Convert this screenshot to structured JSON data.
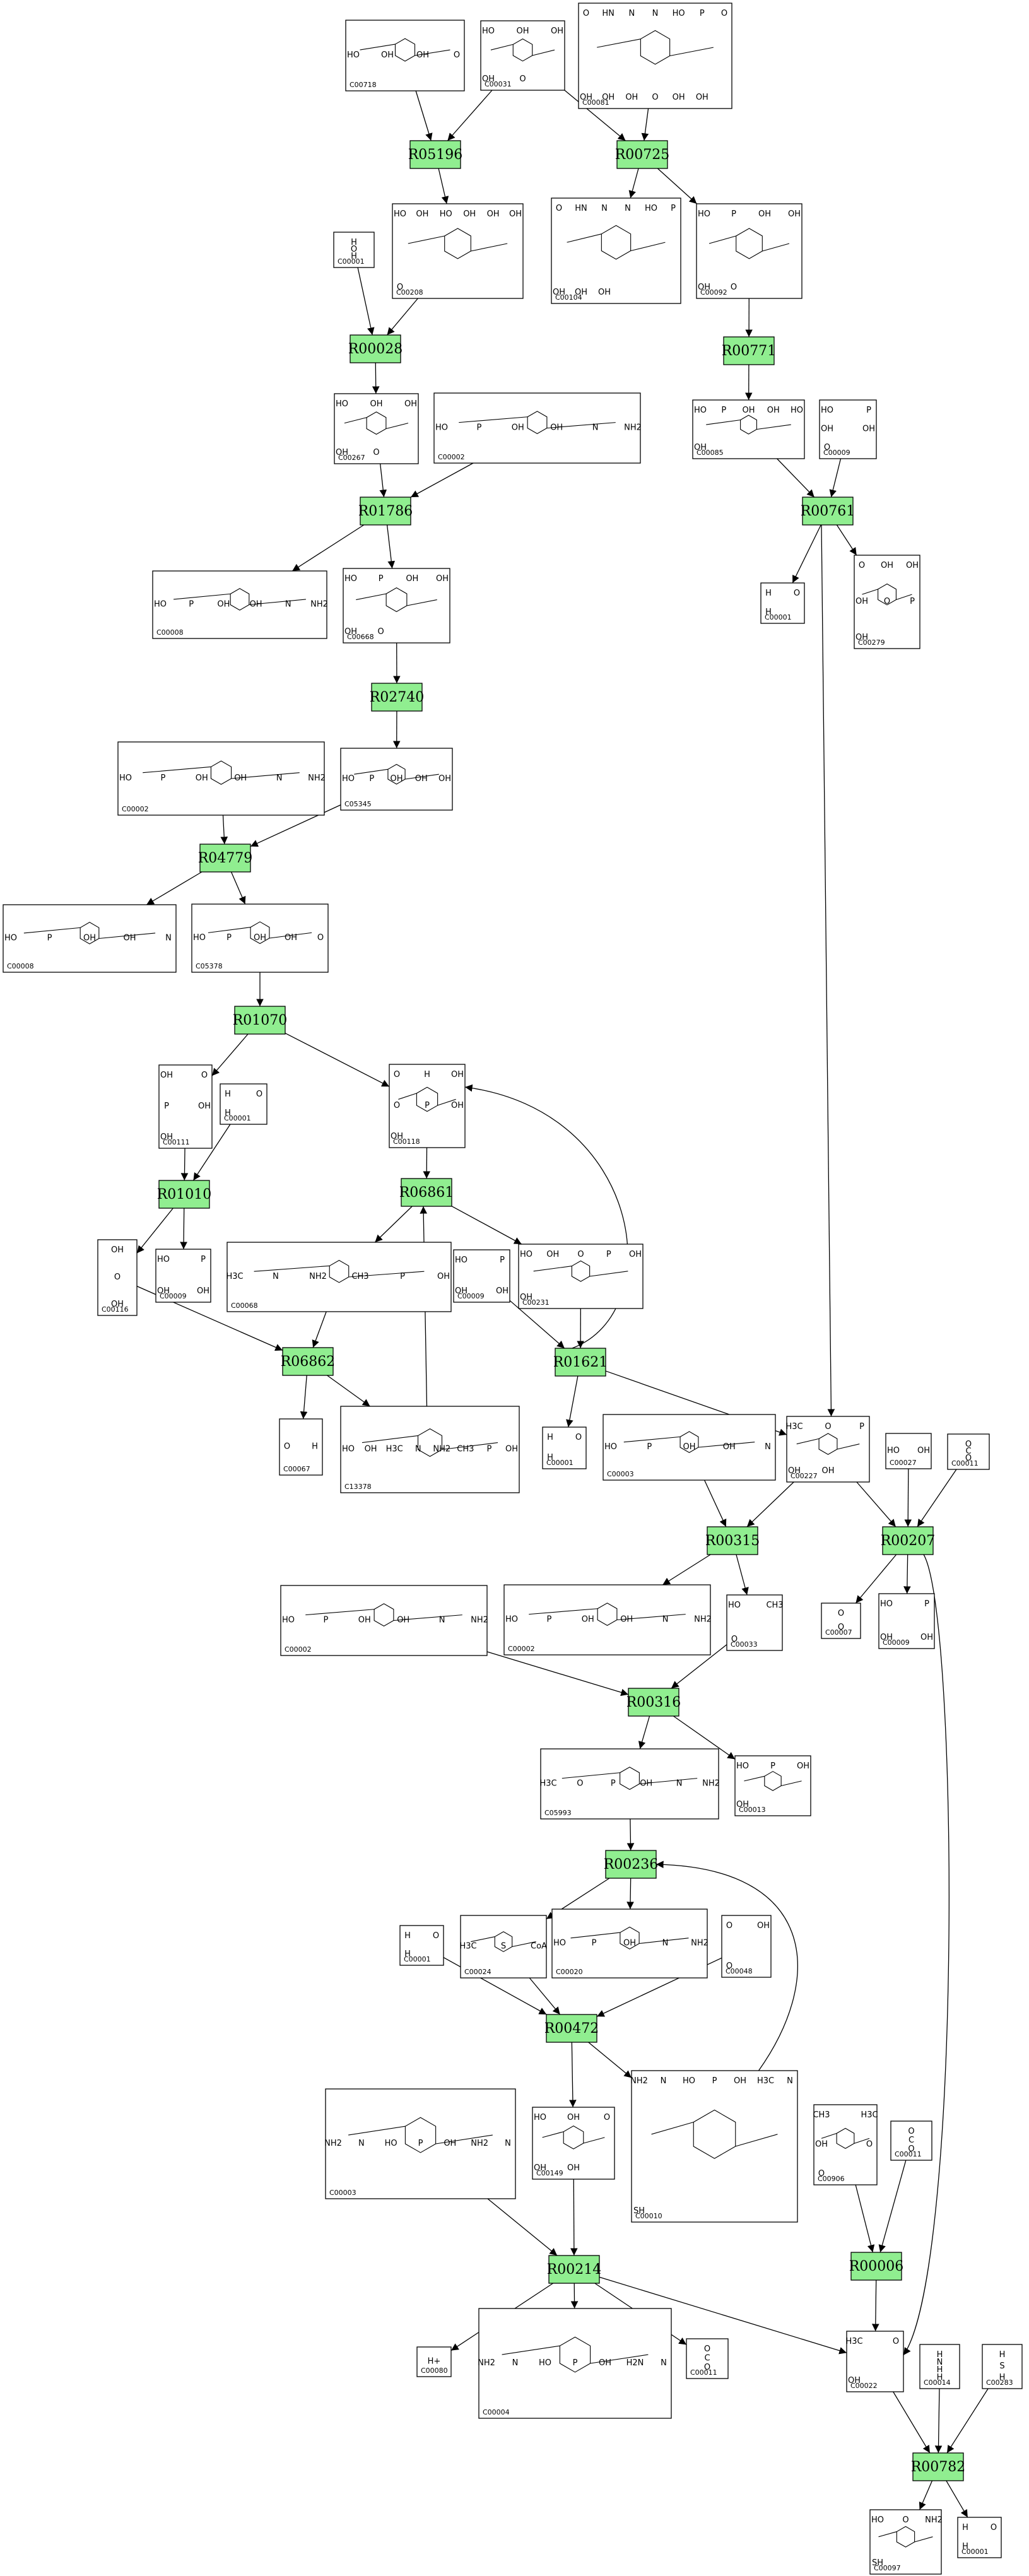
{
  "reactions": [
    {
      "id": "R05196"
    },
    {
      "id": "R00725"
    },
    {
      "id": "R00028"
    },
    {
      "id": "R00771"
    },
    {
      "id": "R01786"
    },
    {
      "id": "R00761"
    },
    {
      "id": "R02740"
    },
    {
      "id": "R04779"
    },
    {
      "id": "R01070"
    },
    {
      "id": "R01010"
    },
    {
      "id": "R06861"
    },
    {
      "id": "R06862"
    },
    {
      "id": "R01621"
    },
    {
      "id": "R00315"
    },
    {
      "id": "R00207"
    },
    {
      "id": "R00316"
    },
    {
      "id": "R00236"
    },
    {
      "id": "R00472"
    },
    {
      "id": "R00214"
    },
    {
      "id": "R00006"
    },
    {
      "id": "R00782"
    }
  ],
  "compounds": [
    {
      "key": "c_C00718",
      "label": "C00718",
      "texts": [
        "HO",
        "OH",
        "OH",
        "O"
      ]
    },
    {
      "key": "c_C00031",
      "label": "C00031",
      "texts": [
        "HO",
        "OH",
        "OH",
        "OH",
        "O"
      ]
    },
    {
      "key": "c_C00081",
      "label": "C00081",
      "texts": [
        "O",
        "HN",
        "N",
        "N",
        "HO",
        "P",
        "O",
        "OH",
        "OH",
        "OH",
        "O",
        "OH",
        "OH"
      ]
    },
    {
      "key": "c_C00001_a",
      "label": "C00001",
      "texts": [
        "H",
        "O",
        "H"
      ]
    },
    {
      "key": "c_C00208",
      "label": "C00208",
      "texts": [
        "HO",
        "OH",
        "HO",
        "OH",
        "OH",
        "OH",
        "O"
      ]
    },
    {
      "key": "c_C00104",
      "label": "C00104",
      "texts": [
        "O",
        "HN",
        "N",
        "N",
        "HO",
        "P",
        "OH",
        "OH",
        "OH"
      ]
    },
    {
      "key": "c_C00092",
      "label": "C00092",
      "texts": [
        "HO",
        "P",
        "OH",
        "OH",
        "OH",
        "O"
      ]
    },
    {
      "key": "c_C00267",
      "label": "C00267",
      "texts": [
        "HO",
        "OH",
        "OH",
        "OH",
        "O"
      ]
    },
    {
      "key": "c_C00002_a",
      "label": "C00002",
      "texts": [
        "HO",
        "P",
        "OH",
        "OH",
        "N",
        "NH2"
      ]
    },
    {
      "key": "c_C00085",
      "label": "C00085",
      "texts": [
        "HO",
        "P",
        "OH",
        "OH",
        "HO",
        "OH"
      ]
    },
    {
      "key": "c_C00009_a",
      "label": "C00009",
      "texts": [
        "HO",
        "P",
        "OH",
        "OH",
        "O"
      ]
    },
    {
      "key": "c_C00008_a",
      "label": "C00008",
      "texts": [
        "HO",
        "P",
        "OH",
        "OH",
        "N",
        "NH2"
      ]
    },
    {
      "key": "c_C00668",
      "label": "C00668",
      "texts": [
        "HO",
        "P",
        "OH",
        "OH",
        "OH",
        "O"
      ]
    },
    {
      "key": "c_C00001_b",
      "label": "C00001",
      "texts": [
        "H",
        "O",
        "H"
      ]
    },
    {
      "key": "c_C00279",
      "label": "C00279",
      "texts": [
        "O",
        "OH",
        "OH",
        "OH",
        "O",
        "P",
        "OH"
      ]
    },
    {
      "key": "c_C00002_b",
      "label": "C00002",
      "texts": [
        "HO",
        "P",
        "OH",
        "OH",
        "N",
        "NH2"
      ]
    },
    {
      "key": "c_C05345",
      "label": "C05345",
      "texts": [
        "HO",
        "P",
        "OH",
        "OH",
        "OH"
      ]
    },
    {
      "key": "c_C00008_b",
      "label": "C00008",
      "texts": [
        "HO",
        "P",
        "OH",
        "OH",
        "N"
      ]
    },
    {
      "key": "c_C05378",
      "label": "C05378",
      "texts": [
        "HO",
        "P",
        "OH",
        "OH",
        "O"
      ]
    },
    {
      "key": "c_C00111",
      "label": "C00111",
      "texts": [
        "OH",
        "O",
        "P",
        "OH",
        "OH"
      ]
    },
    {
      "key": "c_C00001_c",
      "label": "C00001",
      "texts": [
        "H",
        "O",
        "H"
      ]
    },
    {
      "key": "c_C00118",
      "label": "C00118",
      "texts": [
        "O",
        "H",
        "OH",
        "O",
        "P",
        "OH",
        "OH"
      ]
    },
    {
      "key": "c_C00116",
      "label": "C00116",
      "texts": [
        "OH",
        "O",
        "OH"
      ]
    },
    {
      "key": "c_C00009_b",
      "label": "C00009",
      "texts": [
        "HO",
        "P",
        "OH",
        "OH"
      ]
    },
    {
      "key": "c_C00068",
      "label": "C00068",
      "texts": [
        "H3C",
        "N",
        "NH2",
        "CH3",
        "P",
        "OH"
      ]
    },
    {
      "key": "c_C00009_c",
      "label": "C00009",
      "texts": [
        "HO",
        "P",
        "OH",
        "OH"
      ]
    },
    {
      "key": "c_C00231",
      "label": "C00231",
      "texts": [
        "HO",
        "OH",
        "O",
        "P",
        "OH",
        "OH"
      ]
    },
    {
      "key": "c_C00067",
      "label": "C00067",
      "texts": [
        "O",
        "H"
      ]
    },
    {
      "key": "c_C13378",
      "label": "C13378",
      "texts": [
        "HO",
        "OH",
        "H3C",
        "N",
        "NH2",
        "CH3",
        "P",
        "OH"
      ]
    },
    {
      "key": "c_C00001_d",
      "label": "C00001",
      "texts": [
        "H",
        "O",
        "H"
      ]
    },
    {
      "key": "c_C00003_a",
      "label": "C00003",
      "texts": [
        "HO",
        "P",
        "OH",
        "OH",
        "N"
      ]
    },
    {
      "key": "c_C00227",
      "label": "C00227",
      "texts": [
        "H3C",
        "O",
        "P",
        "OH",
        "OH"
      ]
    },
    {
      "key": "c_C00027",
      "label": "C00027",
      "texts": [
        "HO",
        "OH"
      ]
    },
    {
      "key": "c_C00011_a",
      "label": "C00011",
      "texts": [
        "O",
        "C",
        "O"
      ]
    },
    {
      "key": "c_C00002_c",
      "label": "C00002",
      "texts": [
        "HO",
        "P",
        "OH",
        "OH",
        "N",
        "NH2"
      ]
    },
    {
      "key": "c_C00002_d",
      "label": "C00002",
      "texts": [
        "HO",
        "P",
        "OH",
        "OH",
        "N",
        "NH2"
      ]
    },
    {
      "key": "c_C00033",
      "label": "C00033",
      "texts": [
        "HO",
        "CH3",
        "O"
      ]
    },
    {
      "key": "c_C00007",
      "label": "C00007",
      "texts": [
        "O",
        "O"
      ]
    },
    {
      "key": "c_C00009_d",
      "label": "C00009",
      "texts": [
        "HO",
        "P",
        "OH",
        "OH"
      ]
    },
    {
      "key": "c_C05993",
      "label": "C05993",
      "texts": [
        "H3C",
        "O",
        "P",
        "OH",
        "N",
        "NH2"
      ]
    },
    {
      "key": "c_C00013",
      "label": "C00013",
      "texts": [
        "HO",
        "P",
        "OH",
        "OH"
      ]
    },
    {
      "key": "c_C00001_e",
      "label": "C00001",
      "texts": [
        "H",
        "O",
        "H"
      ]
    },
    {
      "key": "c_C00024",
      "label": "C00024",
      "texts": [
        "H3C",
        "S",
        "CoA"
      ]
    },
    {
      "key": "c_C00020",
      "label": "C00020",
      "texts": [
        "HO",
        "P",
        "OH",
        "N",
        "NH2"
      ]
    },
    {
      "key": "c_C00048",
      "label": "C00048",
      "texts": [
        "O",
        "OH",
        "O"
      ]
    },
    {
      "key": "c_C00003_b",
      "label": "C00003",
      "texts": [
        "NH2",
        "N",
        "HO",
        "P",
        "OH",
        "NH2",
        "N"
      ]
    },
    {
      "key": "c_C00149",
      "label": "C00149",
      "texts": [
        "HO",
        "OH",
        "O",
        "OH",
        "OH"
      ]
    },
    {
      "key": "c_C00010",
      "label": "C00010",
      "texts": [
        "NH2",
        "N",
        "HO",
        "P",
        "OH",
        "H3C",
        "N",
        "SH"
      ]
    },
    {
      "key": "c_C00906",
      "label": "C00906",
      "texts": [
        "CH3",
        "H3C",
        "OH",
        "O",
        "O"
      ]
    },
    {
      "key": "c_C00011_b",
      "label": "C00011",
      "texts": [
        "O",
        "C",
        "O"
      ]
    },
    {
      "key": "c_C00080",
      "label": "C00080",
      "texts": [
        "H+"
      ]
    },
    {
      "key": "c_C00004",
      "label": "C00004",
      "texts": [
        "NH2",
        "N",
        "HO",
        "P",
        "OH",
        "H2N",
        "N"
      ]
    },
    {
      "key": "c_C00011_c",
      "label": "C00011",
      "texts": [
        "O",
        "C",
        "O"
      ]
    },
    {
      "key": "c_C00022",
      "label": "C00022",
      "texts": [
        "H3C",
        "O",
        "OH"
      ]
    },
    {
      "key": "c_C00014",
      "label": "C00014",
      "texts": [
        "H",
        "N",
        "H",
        "H"
      ]
    },
    {
      "key": "c_C00283",
      "label": "C00283",
      "texts": [
        "H",
        "S",
        "H"
      ]
    },
    {
      "key": "c_C00097",
      "label": "C00097",
      "texts": [
        "HO",
        "O",
        "NH2",
        "SH"
      ]
    },
    {
      "key": "c_C00001_f",
      "label": "C00001",
      "texts": [
        "H",
        "O",
        "H"
      ]
    }
  ]
}
